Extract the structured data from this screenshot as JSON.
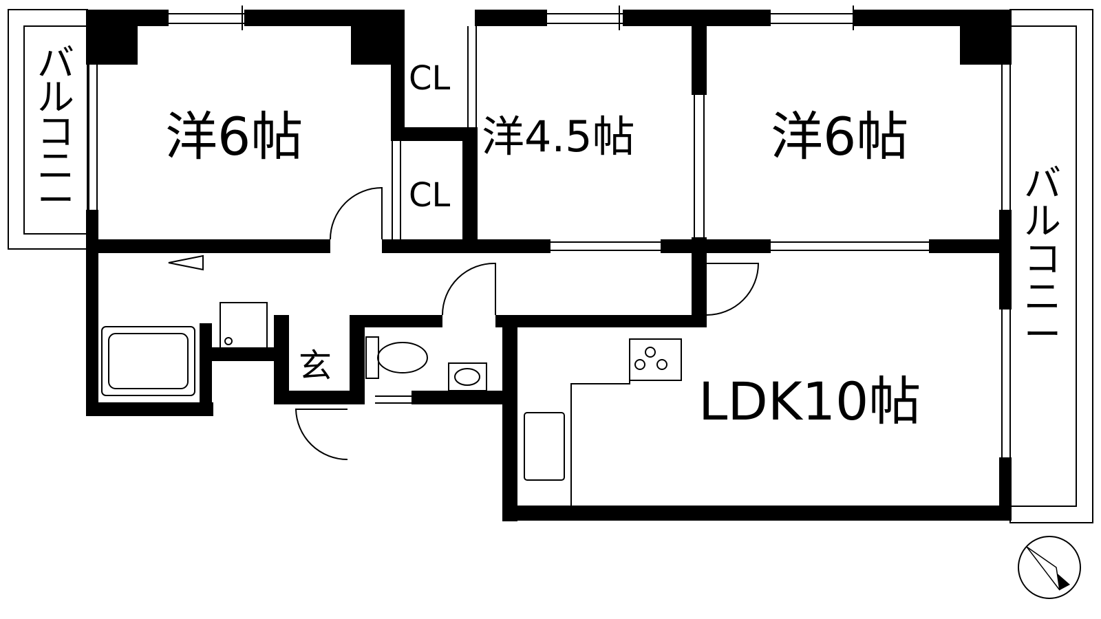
{
  "rooms": {
    "west_bedroom": "洋6帖",
    "middle_bedroom": "洋4.5帖",
    "east_bedroom": "洋6帖",
    "ldk": "LDK10帖",
    "entrance": "玄",
    "closet_upper": "CL",
    "closet_lower": "CL"
  },
  "balconies": {
    "west": [
      "バ",
      "ル",
      "コ",
      "ニ",
      "ー"
    ],
    "east": [
      "バ",
      "ル",
      "コ",
      "ニ",
      "ー"
    ]
  },
  "compass": {
    "icon": "north-arrow-icon"
  }
}
